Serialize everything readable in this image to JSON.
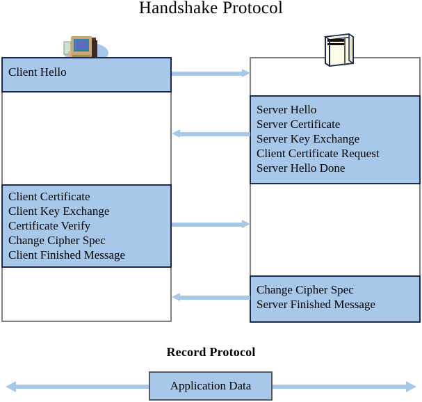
{
  "diagram": {
    "handshake_title": "Handshake Protocol",
    "record_title": "Record Protocol"
  },
  "client": {
    "icon": "desktop-computer-icon",
    "blocks": [
      {
        "id": "client-block-1",
        "lines": [
          "Client Hello"
        ]
      },
      {
        "id": "client-block-2",
        "lines": [
          "Client Certificate",
          "Client Key Exchange",
          "Certificate Verify",
          "Change Cipher Spec",
          "Client Finished Message"
        ]
      }
    ]
  },
  "server": {
    "icon": "server-tower-icon",
    "blocks": [
      {
        "id": "server-block-1",
        "lines": [
          "Server Hello",
          "Server Certificate",
          "Server Key Exchange",
          "Client Certificate Request",
          "Server Hello Done"
        ]
      },
      {
        "id": "server-block-2",
        "lines": [
          "Change Cipher Spec",
          "Server Finished Message"
        ]
      }
    ]
  },
  "arrows": [
    {
      "id": "arrow-1",
      "direction": "client-to-server"
    },
    {
      "id": "arrow-2",
      "direction": "server-to-client"
    },
    {
      "id": "arrow-3",
      "direction": "client-to-server"
    },
    {
      "id": "arrow-4",
      "direction": "server-to-client"
    }
  ],
  "record_protocol": {
    "application_data_label": "Application Data",
    "arrow_direction": "bidirectional"
  },
  "colors": {
    "block_fill": "#a8c8ea",
    "block_border": "#1b2a4a",
    "column_border": "#808080",
    "arrow": "#a8c8ea",
    "text": "#000000",
    "background": "#ffffff"
  }
}
